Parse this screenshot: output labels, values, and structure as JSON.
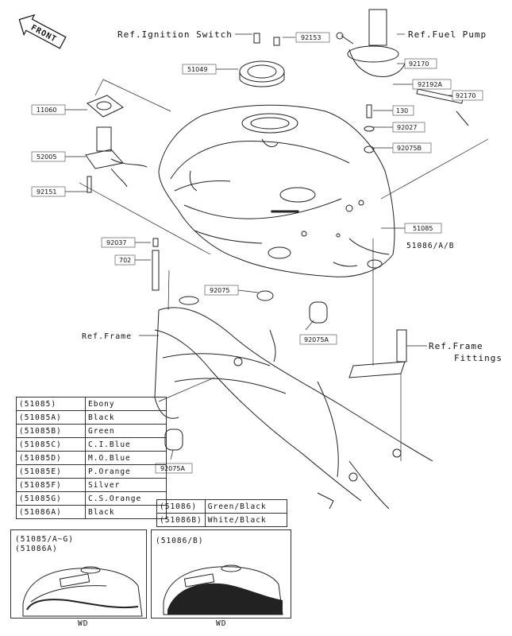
{
  "front_label": "FRONT",
  "refs": {
    "ignition_switch": "Ref.Ignition Switch",
    "fuel_pump": "Ref.Fuel Pump",
    "frame": "Ref.Frame",
    "frame_fittings_1": "Ref.Frame",
    "frame_fittings_2": "Fittings"
  },
  "part_numbers": {
    "p92153": "92153",
    "p51049": "51049",
    "p92170a": "92170",
    "p92192a": "92192A",
    "p92170b": "92170",
    "p130": "130",
    "p92027": "92027",
    "p92075b": "92075B",
    "p11060": "11060",
    "p52005": "52005",
    "p92151": "92151",
    "p92037": "92037",
    "p702": "702",
    "p92075": "92075",
    "p51085": "51085",
    "p51086ab": "51086/A/B",
    "p92075a_1": "92075A",
    "p92075a_2": "92075A"
  },
  "color_table_1": [
    {
      "code": "(51085)",
      "color": "Ebony"
    },
    {
      "code": "(51085A)",
      "color": "Black"
    },
    {
      "code": "(51085B)",
      "color": "Green"
    },
    {
      "code": "(51085C)",
      "color": "C.I.Blue"
    },
    {
      "code": "(51085D)",
      "color": "M.O.Blue"
    },
    {
      "code": "(51085E)",
      "color": "P.Orange"
    },
    {
      "code": "(51085F)",
      "color": "Silver"
    },
    {
      "code": "(51085G)",
      "color": "C.S.Orange"
    },
    {
      "code": "(51086A)",
      "color": "Black"
    }
  ],
  "color_table_2": [
    {
      "code": "(51086)",
      "color": "Green/Black"
    },
    {
      "code": "(51086B)",
      "color": "White/Black"
    }
  ],
  "variants": {
    "left_line1": "(51085/A~G)",
    "left_line2": "(51086A)",
    "right_line1": "(51086/B)",
    "left_caption": "WD",
    "right_caption": "WD"
  }
}
